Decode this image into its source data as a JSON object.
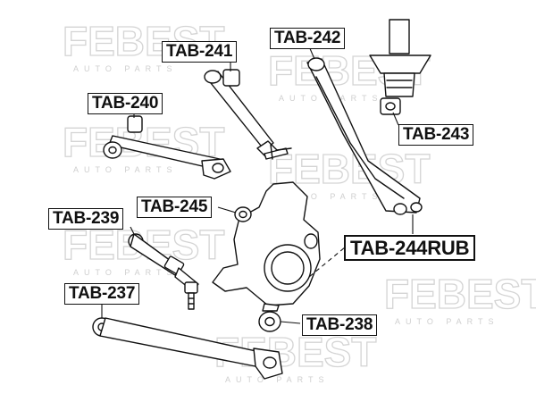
{
  "watermark": {
    "brand": "FEBEST",
    "tagline": "AUTO PARTS"
  },
  "labels": {
    "tab241": "TAB-241",
    "tab242": "TAB-242",
    "tab240": "TAB-240",
    "tab243": "TAB-243",
    "tab245": "TAB-245",
    "tab239": "TAB-239",
    "tab244rub": "TAB-244RUB",
    "tab237": "TAB-237",
    "tab238": "TAB-238"
  },
  "colors": {
    "line": "#111111",
    "part_fill": "#ffffff",
    "watermark": "#d9d9d9"
  }
}
